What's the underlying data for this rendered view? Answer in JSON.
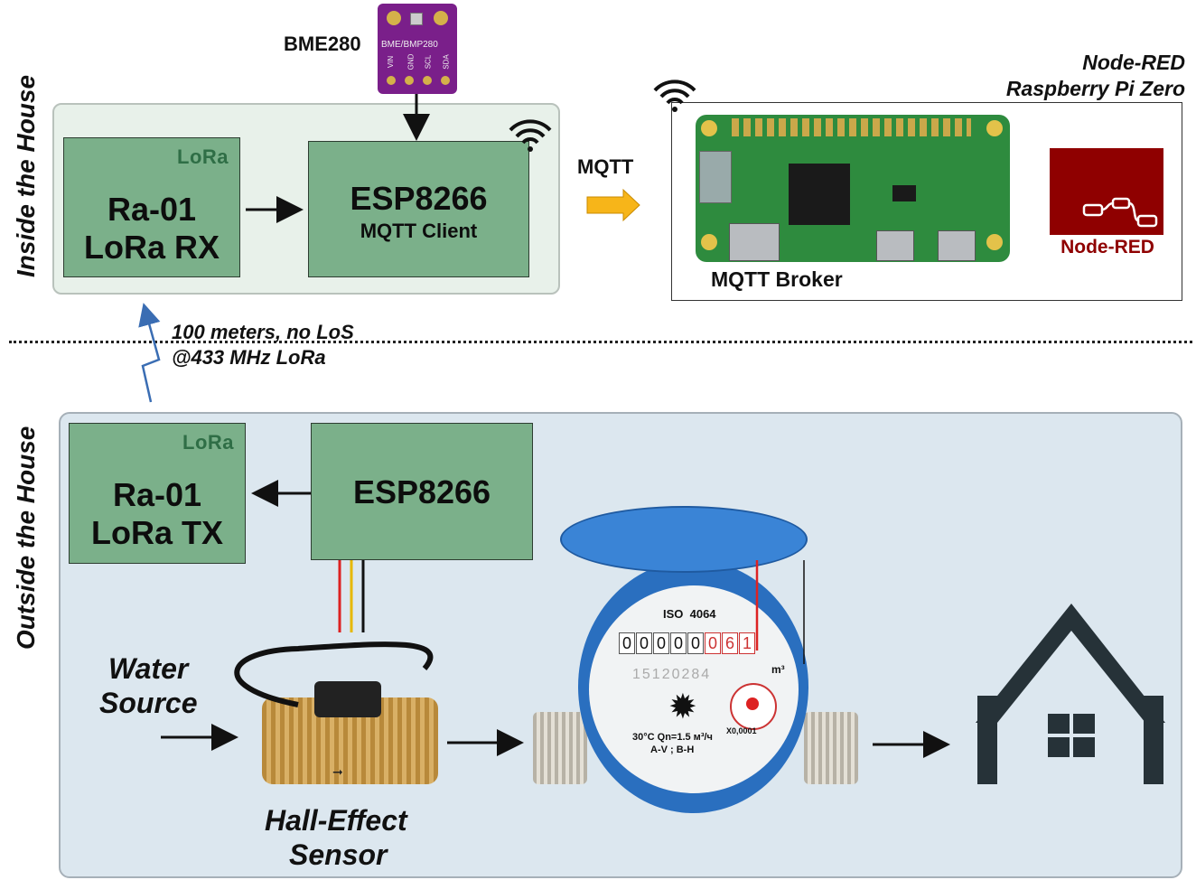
{
  "labels": {
    "inside_house": "Inside the House",
    "outside_house": "Outside the House",
    "bme280": "BME280",
    "bme_chip": "BME/BMP280",
    "bme_pins": [
      "VIN",
      "GND",
      "SCL",
      "SDA"
    ],
    "node_red_title_1": "Node-RED",
    "node_red_title_2": "Raspberry Pi Zero",
    "node_red_logo": "Node-RED",
    "mqtt": "MQTT",
    "mqtt_broker": "MQTT Broker",
    "link_1": "100 meters, no LoS",
    "link_2": "@433 MHz LoRa",
    "water_source_1": "Water",
    "water_source_2": "Source",
    "hall_1": "Hall-Effect",
    "hall_2": "Sensor",
    "lora_logo": "LoRa"
  },
  "boxes": {
    "rx_line1": "Ra-01",
    "rx_line2": "LoRa RX",
    "esp_in_title": "ESP8266",
    "esp_in_sub": "MQTT Client",
    "tx_line1": "Ra-01",
    "tx_line2": "LoRa TX",
    "esp_out_title": "ESP8266"
  },
  "meter": {
    "iso": "ISO  4064",
    "digits": [
      "0",
      "0",
      "0",
      "0",
      "0",
      "0",
      "6",
      "1"
    ],
    "serial": "15120284",
    "unit": "m³",
    "spec_1": "30°C  Qn=1.5 м³/ч",
    "spec_2": "A-V ; B-H",
    "dial_factor": "X0,0001"
  },
  "colors": {
    "box_green": "#7bb08a",
    "inside_bg": "#e8f1ea",
    "outside_bg": "#dce7ef",
    "mqtt_arrow": "#f7b519",
    "node_red": "#8f0000",
    "link_arrow": "#3a6db3",
    "meter_blue": "#2a6fbf"
  }
}
